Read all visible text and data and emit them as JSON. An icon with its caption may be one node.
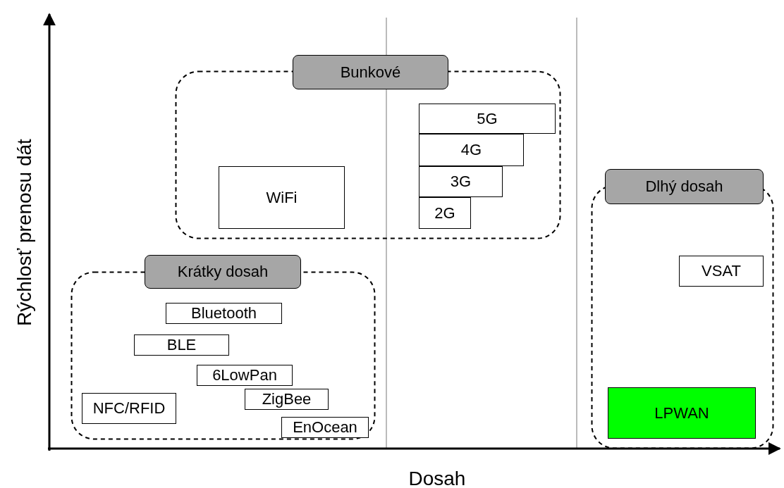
{
  "diagram": {
    "nodes": [
      {
        "text": [
          "Bunkové"
        ]
      },
      {
        "text": [
          "5G"
        ],
        "in": 0
      },
      {
        "text": [
          "4G"
        ],
        "in": 0
      },
      {
        "text": [
          "WiFi"
        ],
        "in": 0
      },
      {
        "text": [
          "3G"
        ],
        "in": 0
      },
      {
        "text": [
          "2G"
        ],
        "in": 0
      },
      {
        "text": [
          "Dlhý dosah"
        ]
      },
      {
        "text": [
          "Krátky dosah"
        ]
      },
      {
        "text": [
          "VSAT"
        ],
        "in": 6
      },
      {
        "text": [
          "Bluetooth"
        ],
        "in": 7
      },
      {
        "text": [
          "BLE"
        ],
        "in": 7
      },
      {
        "text": [
          "6LowPan"
        ],
        "in": 7
      },
      {
        "text": [
          "ZigBee"
        ],
        "in": 7
      },
      {
        "text": [
          "NFC/RFID"
        ],
        "in": 7
      },
      {
        "text": [
          "LPWAN"
        ],
        "in": 6
      },
      {
        "text": [
          "EnOcean"
        ],
        "in": 7
      }
    ],
    "edges": [],
    "labels": [
      "Rýchlosť prenosu dát",
      "Dosah"
    ]
  }
}
